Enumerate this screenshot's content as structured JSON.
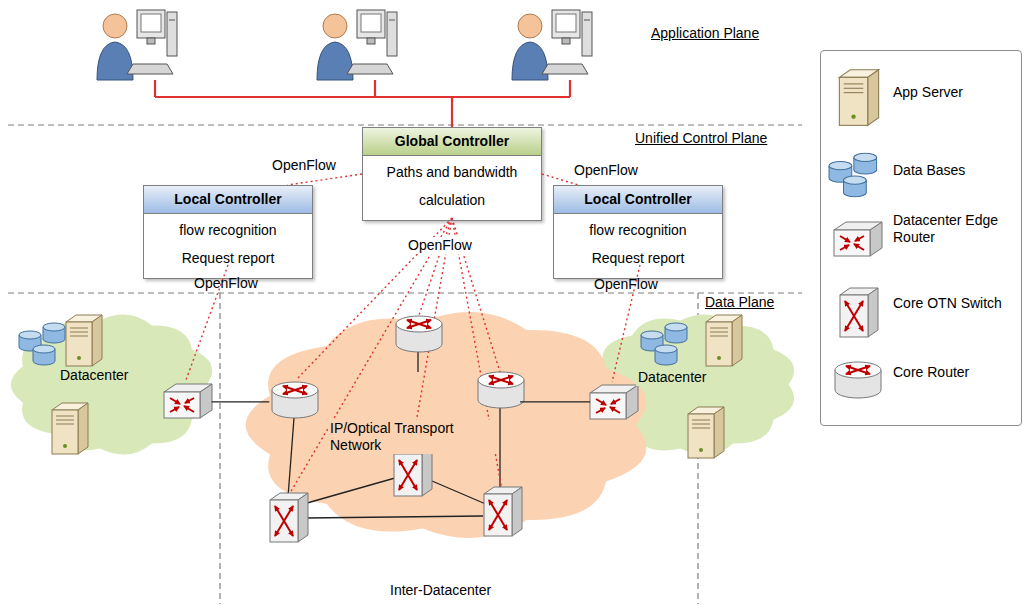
{
  "diagram": {
    "nodes": [
      {
        "text": [
          "Global Controller",
          "Paths and bandwidth calculation"
        ]
      },
      {
        "text": [
          "Local Controller",
          "flow recognition Request report"
        ]
      },
      {
        "text": [
          "Local Controller",
          "flow recognition Request report"
        ]
      },
      {
        "text": [
          "Datacenter"
        ]
      },
      {
        "text": [
          "Datacenter"
        ]
      },
      {
        "text": [
          "IP/Optical Transport Network"
        ]
      }
    ],
    "edges": [
      {
        "from": 0,
        "to": 1,
        "arrow": "none"
      },
      {
        "from": 0,
        "to": 2,
        "arrow": "none"
      },
      {
        "from": 3,
        "to": 5,
        "arrow": "none"
      },
      {
        "from": 4,
        "to": 5,
        "arrow": "none"
      }
    ],
    "labels": [
      "Application Plane",
      "Unified Control Plane",
      "Data Plane",
      "OpenFlow",
      "OpenFlow",
      "OpenFlow",
      "OpenFlow",
      "OpenFlow",
      "Inter-Datacenter"
    ],
    "legend": [
      {
        "text": "App Server"
      },
      {
        "text": "Data Bases"
      },
      {
        "text": "Datacenter Edge Router"
      },
      {
        "text": "Core OTN Switch"
      },
      {
        "text": "Core Router"
      }
    ]
  }
}
